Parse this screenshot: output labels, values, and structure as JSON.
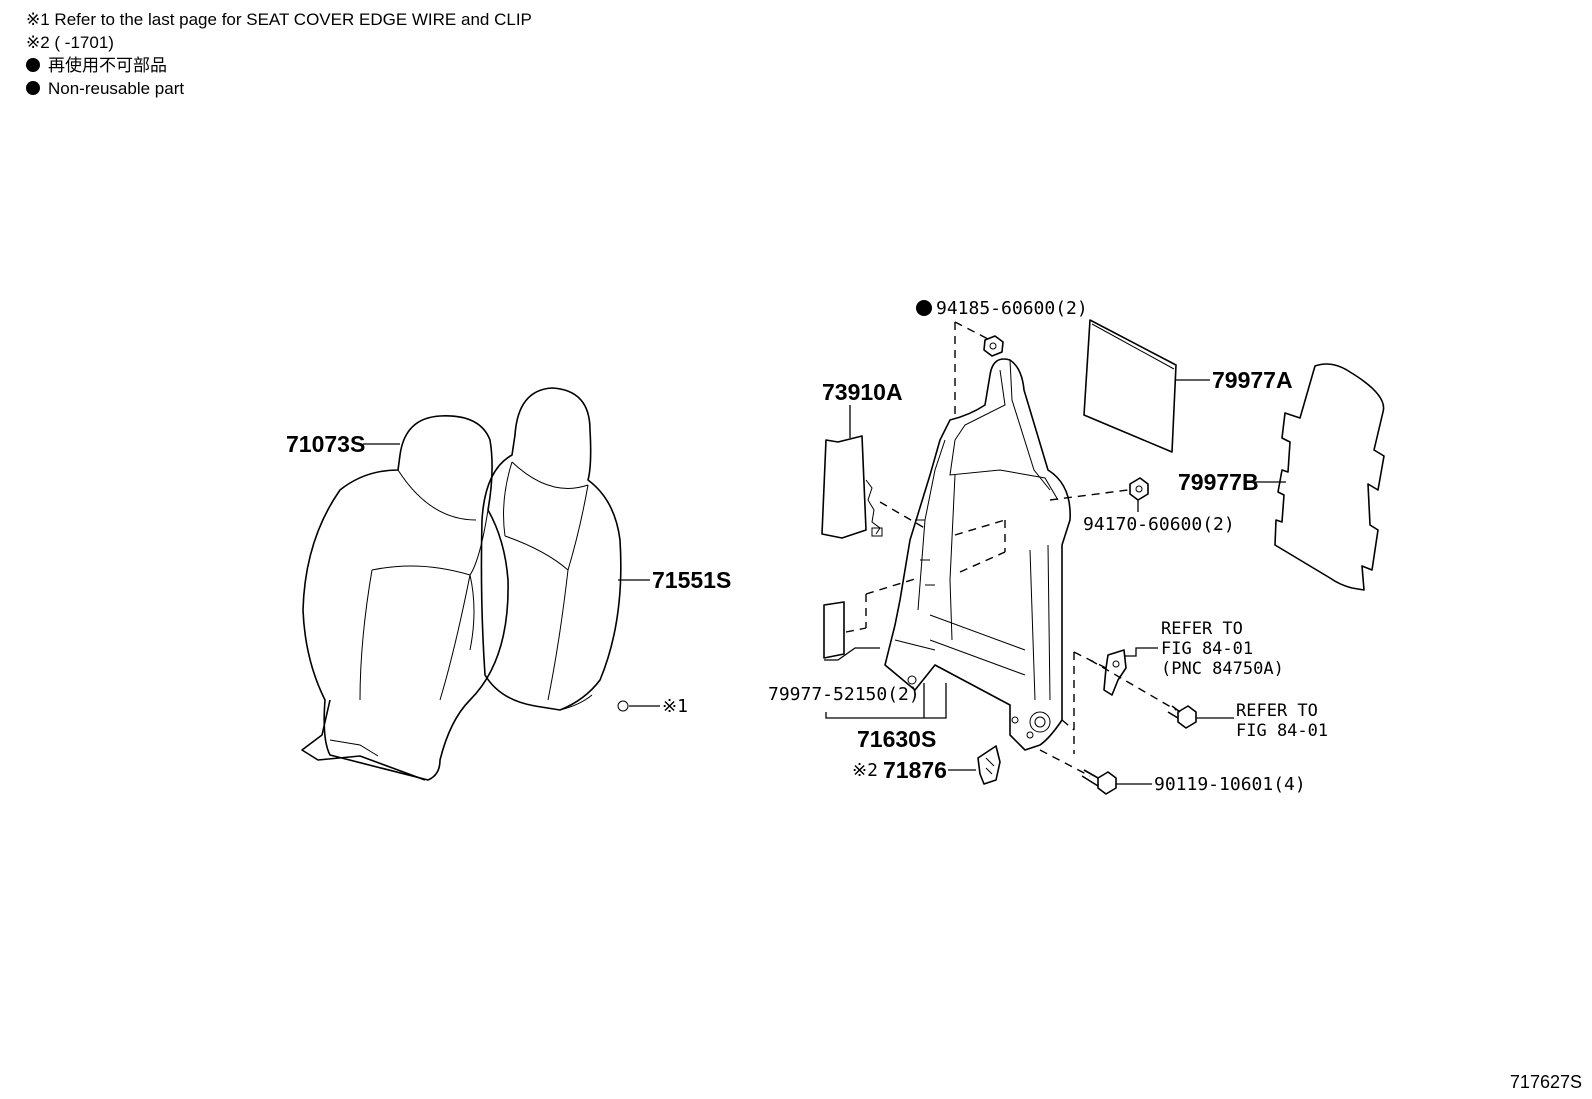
{
  "notes": {
    "note1": "※1 Refer to the last page for SEAT COVER EDGE WIRE and CLIP",
    "note2": "※2 (      -1701)",
    "legend_jp": "再使用不可部品",
    "legend_en": "Non-reusable part"
  },
  "labels": {
    "p71073S": "71073S",
    "p71551S": "71551S",
    "ref1": "※1",
    "p73910A": "73910A",
    "p94185": "94185-60600(2)",
    "p79977A": "79977A",
    "p79977B": "79977B",
    "p94170": "94170-60600(2)",
    "refer1_a": "REFER TO",
    "refer1_b": "FIG 84-01",
    "refer1_c": "(PNC 84750A)",
    "refer2_a": "REFER TO",
    "refer2_b": "FIG 84-01",
    "p79977_52150": "79977-52150(2)",
    "p71630S": "71630S",
    "ref2": "※2",
    "p71876": "71876",
    "p90119": "90119-10601(4)"
  },
  "figure_id": "717627S"
}
